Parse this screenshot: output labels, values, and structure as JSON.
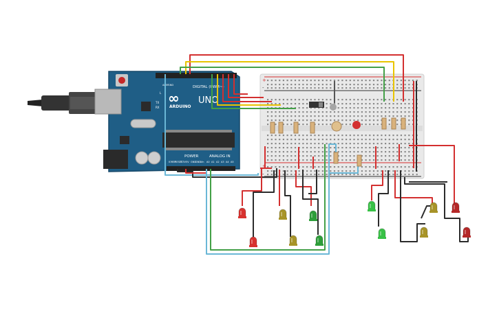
{
  "board": {
    "brand": "ARDUINO",
    "model": "UNO",
    "digital_label": "DIGITAL (PWM~)",
    "power_label": "POWER",
    "analog_label": "ANALOG IN",
    "small_labels": [
      "AREF",
      "GND",
      "L",
      "TX",
      "RX",
      "IOREF",
      "RESET",
      "3.3V",
      "5V",
      "GND",
      "GND",
      "Vin",
      "A0",
      "A1",
      "A2",
      "A3",
      "A4",
      "A5"
    ],
    "colors": {
      "pcb": "#1f5e86",
      "pcb_edge": "#17496a",
      "usb": "#b9b9b9",
      "chip": "#2b2b2b"
    }
  },
  "breadboard": {
    "colors": {
      "body": "#e9e9e9",
      "rail_red": "#d62d2d",
      "rail_black": "#333333"
    }
  },
  "wire_colors": {
    "red": "#d32f2f",
    "black": "#2b2b2b",
    "yellow": "#e9c400",
    "green": "#43a047",
    "blue": "#6ab7d6",
    "grey": "#9e9e9e"
  },
  "leds": [
    {
      "name": "led-red-1",
      "color": "#d8322f"
    },
    {
      "name": "led-red-2",
      "color": "#d8322f"
    },
    {
      "name": "led-yellow-1",
      "color": "#a89428"
    },
    {
      "name": "led-yellow-2",
      "color": "#a89428"
    },
    {
      "name": "led-green-1",
      "color": "#2e9e3a"
    },
    {
      "name": "led-green-2",
      "color": "#2e9e3a"
    },
    {
      "name": "led-green-3",
      "color": "#38c146"
    },
    {
      "name": "led-green-4",
      "color": "#38c146"
    },
    {
      "name": "led-yellow-3",
      "color": "#a89428"
    },
    {
      "name": "led-yellow-4",
      "color": "#a89428"
    },
    {
      "name": "led-red-3",
      "color": "#b52828"
    },
    {
      "name": "led-red-4",
      "color": "#b52828"
    }
  ]
}
